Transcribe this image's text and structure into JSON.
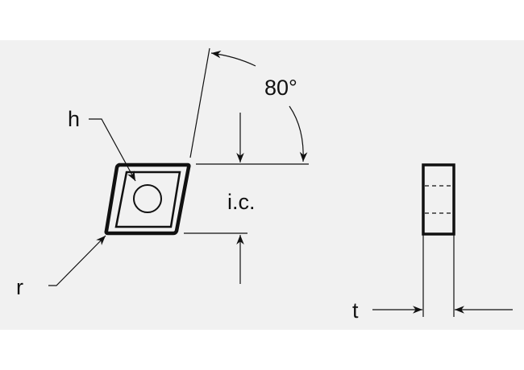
{
  "labels": {
    "angle": "80°",
    "hole": "h",
    "inscribed_circle": "i.c.",
    "radius": "r",
    "thickness": "t"
  },
  "colors": {
    "background": "#f1f1f1",
    "line": "#111111"
  }
}
